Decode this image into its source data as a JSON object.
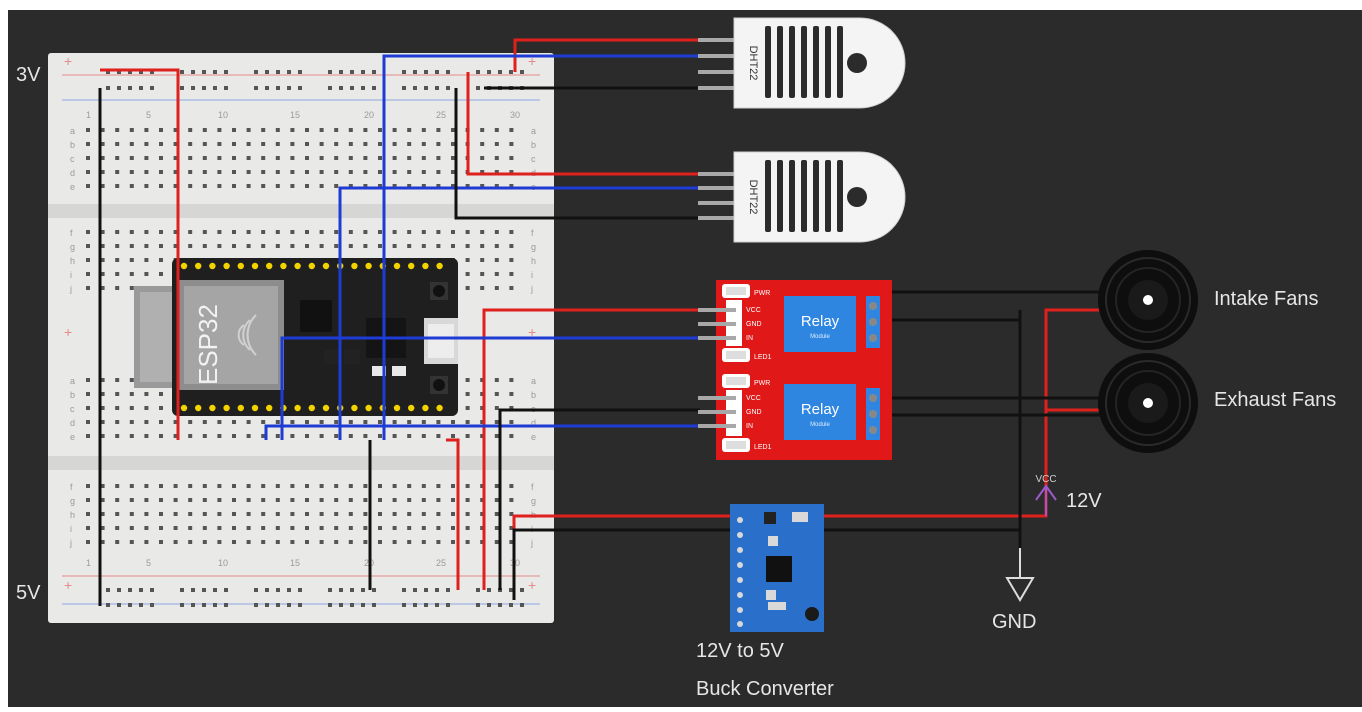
{
  "rails": {
    "top": "3V",
    "bottom": "5V"
  },
  "breadboard": {
    "column_numbers": [
      "1",
      "5",
      "10",
      "15",
      "20",
      "25",
      "30"
    ],
    "row_letters_top": [
      "a",
      "b",
      "c",
      "d",
      "e"
    ],
    "row_letters_bottom": [
      "f",
      "g",
      "h",
      "i",
      "j"
    ]
  },
  "esp32": {
    "label": "ESP32"
  },
  "sensors": [
    {
      "label": "DHT22"
    },
    {
      "label": "DHT22"
    }
  ],
  "relays": [
    {
      "title": "Relay",
      "subtitle": "Module",
      "pins": [
        "VCC",
        "GND",
        "IN"
      ],
      "pwr": "PWR",
      "led": "LED1"
    },
    {
      "title": "Relay",
      "subtitle": "Module",
      "pins": [
        "VCC",
        "GND",
        "IN"
      ],
      "pwr": "PWR",
      "led": "LED1"
    }
  ],
  "fans": [
    {
      "label": "Intake Fans"
    },
    {
      "label": "Exhaust Fans"
    }
  ],
  "power": {
    "vcc_small": "VCC",
    "vcc": "12V",
    "gnd": "GND"
  },
  "converter": {
    "line1": "12V to 5V",
    "line2": "Buck Converter"
  },
  "colors": {
    "background": "#2b2b2b",
    "power_wire": "#e0201c",
    "signal_wire": "#1e3bd6",
    "ground_wire": "#111111",
    "relay_board": "#e01818",
    "converter_board": "#2a6fc9"
  }
}
